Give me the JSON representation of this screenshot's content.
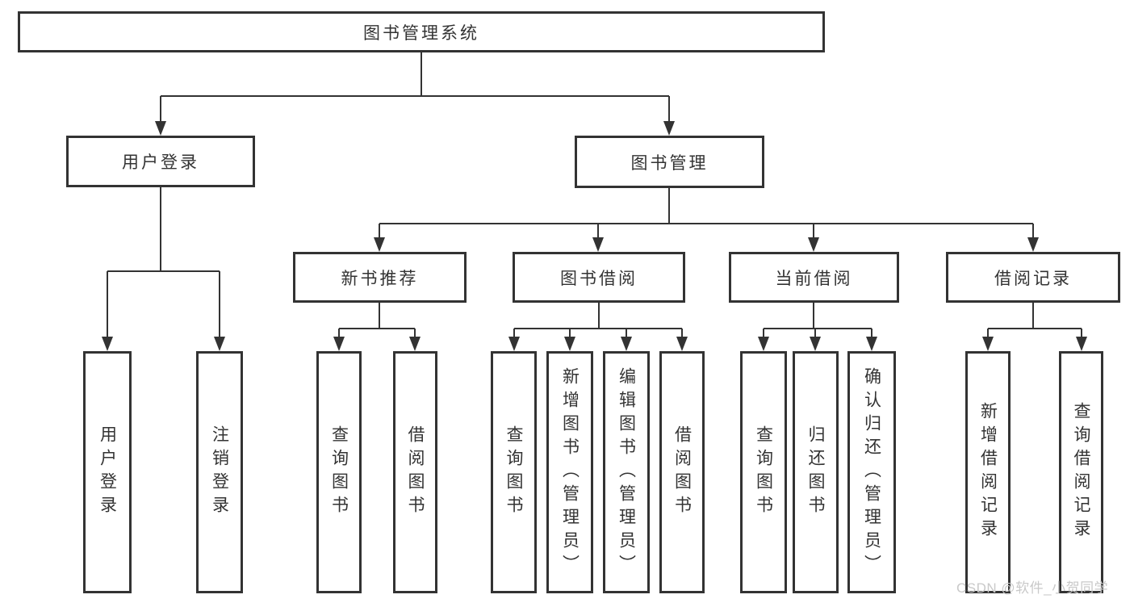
{
  "tree": {
    "root": "图书管理系统",
    "login": {
      "label": "用户登录",
      "leaves": [
        "用户登录",
        "注销登录"
      ]
    },
    "mgmt": {
      "label": "图书管理"
    },
    "modules": [
      {
        "label": "新书推荐",
        "leaves": [
          "查询图书",
          "借阅图书"
        ]
      },
      {
        "label": "图书借阅",
        "leaves": [
          "查询图书",
          "新增图书（管理员）",
          "编辑图书（管理员）",
          "借阅图书"
        ]
      },
      {
        "label": "当前借阅",
        "leaves": [
          "查询图书",
          "归还图书",
          "确认归还（管理员）"
        ]
      },
      {
        "label": "借阅记录",
        "leaves": [
          "新增借阅记录",
          "查询借阅记录"
        ]
      }
    ]
  },
  "watermark": {
    "text": "CSDN @软件_小贺同学"
  },
  "colors": {
    "line": "#333333",
    "box_border": "#333333",
    "box_fill": "#ffffff",
    "text": "#333333",
    "watermark": "#c9c9c9",
    "background": "#ffffff"
  }
}
